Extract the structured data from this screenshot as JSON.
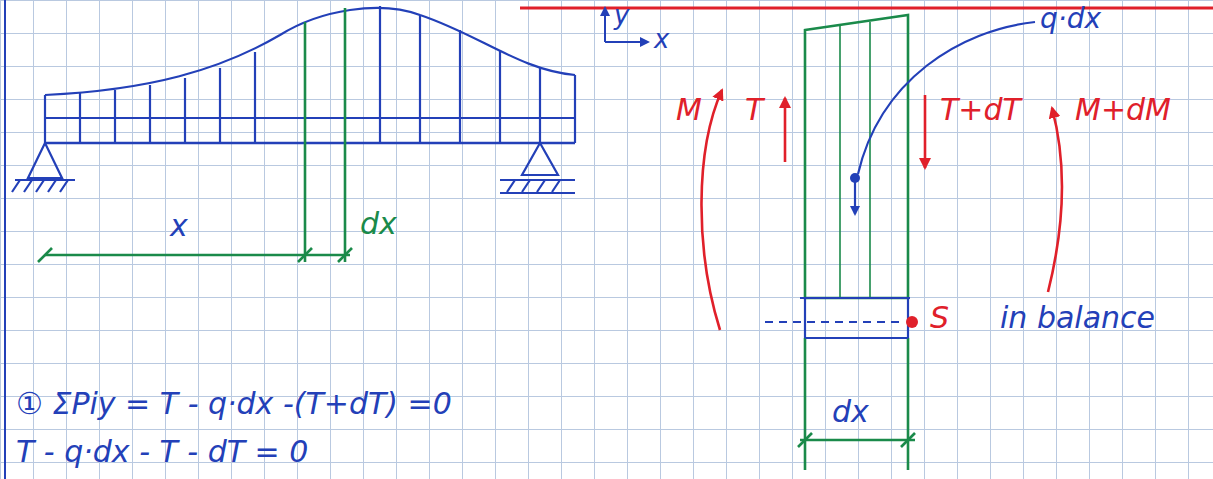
{
  "diagram": {
    "labels": [
      "y",
      "x",
      "q·dx",
      "M",
      "T",
      "T+dT",
      "M+dM",
      "x",
      "dx",
      "S",
      "in balance",
      "dx",
      "① ΣPiy = T - q·dx -(T+dT) =0",
      "T - q·dx - T - dT = 0"
    ]
  }
}
